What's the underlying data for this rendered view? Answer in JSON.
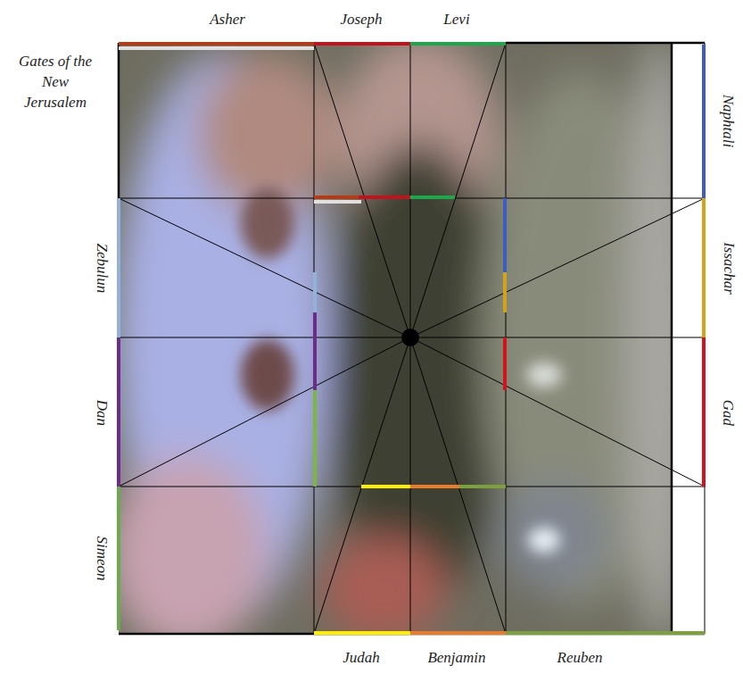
{
  "diagram": {
    "title": "Gates of the New Jerusalem",
    "labels": [
      "Asher",
      "Joseph",
      "Levi",
      "Naphtali",
      "Issachar",
      "Gad",
      "Zebulun",
      "Dan",
      "Simeon",
      "Judah",
      "Benjamin",
      "Reuben"
    ]
  }
}
